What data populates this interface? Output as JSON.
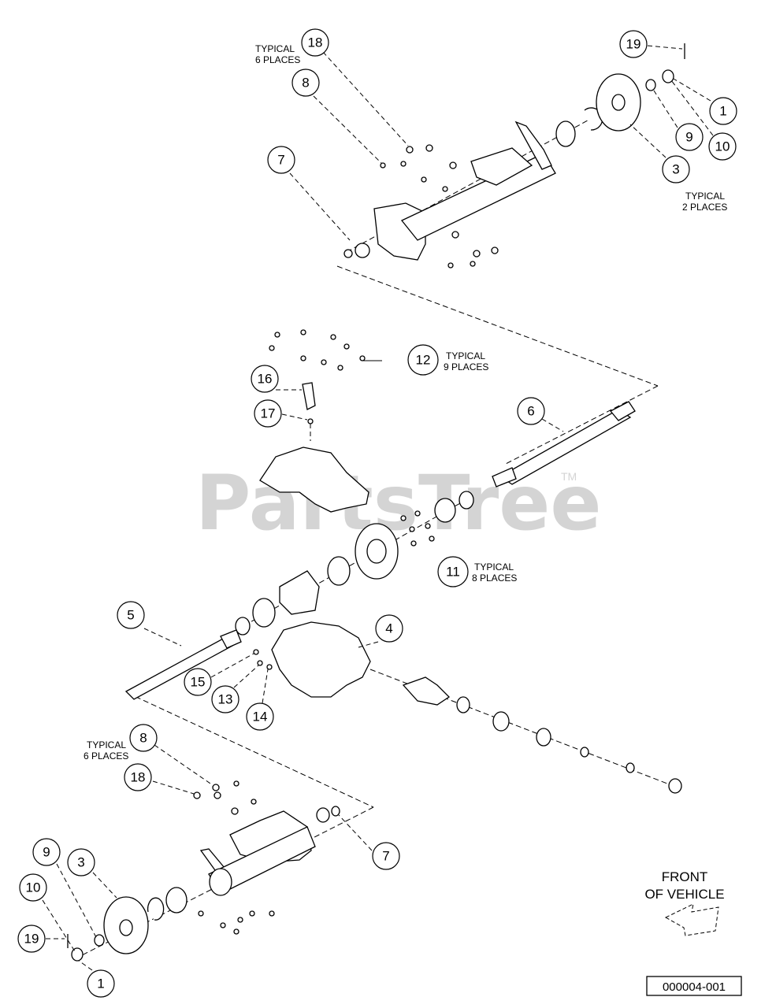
{
  "watermark": {
    "text": "PartsTree",
    "tm": "TM"
  },
  "notes": {
    "top_typical_6_line1": "TYPICAL",
    "top_typical_6_line2": "6 PLACES",
    "typical_2_line1": "TYPICAL",
    "typical_2_line2": "2 PLACES",
    "typical_9_line1": "TYPICAL",
    "typical_9_line2": "9 PLACES",
    "typical_8_line1": "TYPICAL",
    "typical_8_line2": "8 PLACES",
    "bottom_typical_6_line1": "TYPICAL",
    "bottom_typical_6_line2": "6 PLACES"
  },
  "front_of_vehicle": {
    "line1": "FRONT",
    "line2": "OF VEHICLE"
  },
  "diagram_id": "000004-001",
  "callouts": {
    "c18_top": "18",
    "c8_top": "8",
    "c7_top": "7",
    "c19_top": "19",
    "c1_top": "1",
    "c9_top": "9",
    "c10_top": "10",
    "c3_top": "3",
    "c12": "12",
    "c16": "16",
    "c17": "17",
    "c6": "6",
    "c11": "11",
    "c5": "5",
    "c4": "4",
    "c15": "15",
    "c13": "13",
    "c14": "14",
    "c8_bot": "8",
    "c18_bot": "18",
    "c7_bot": "7",
    "c9_bot": "9",
    "c3_bot": "3",
    "c10_bot": "10",
    "c19_bot": "19",
    "c1_bot": "1"
  }
}
